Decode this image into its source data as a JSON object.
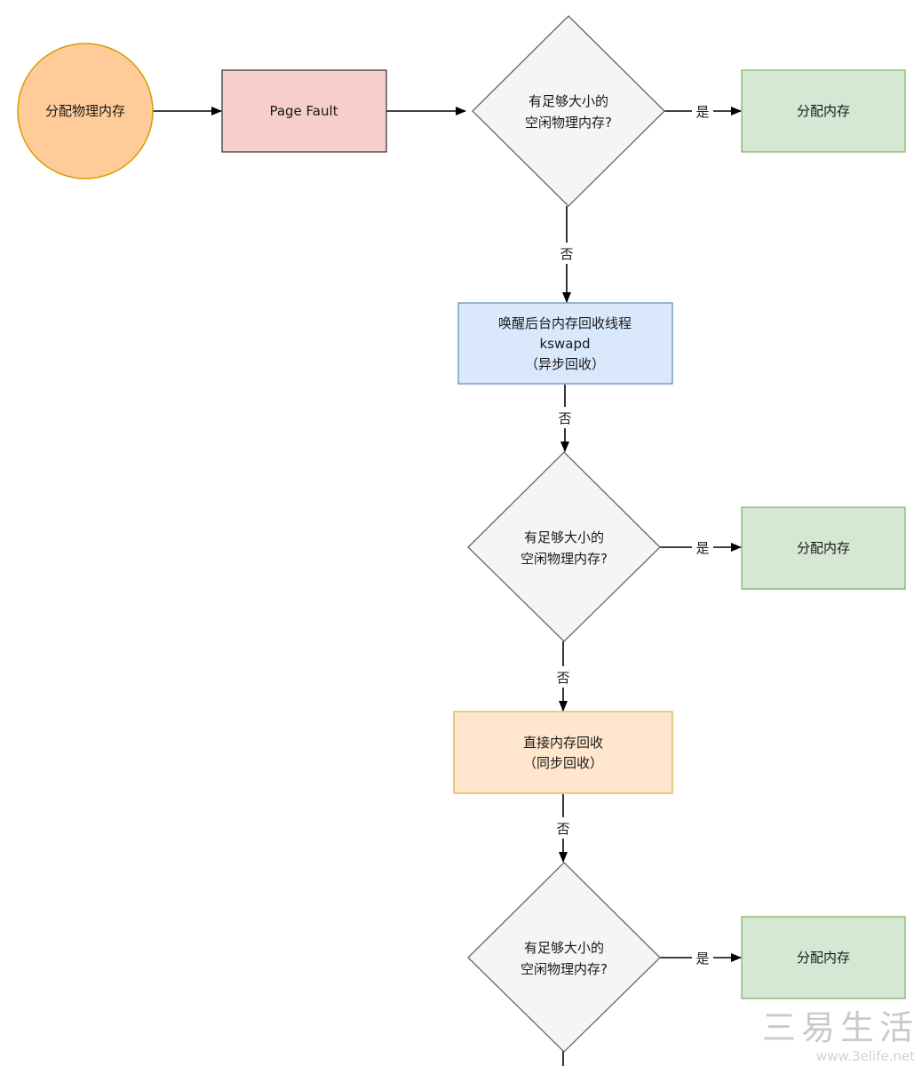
{
  "nodes": {
    "start": {
      "label": "分配物理内存",
      "fill": "#FFCC99",
      "stroke": "#D79B00"
    },
    "page_fault": {
      "label": "Page Fault",
      "fill": "#F8CECC",
      "stroke": "#3D3D3D"
    },
    "check_1": {
      "line1": "有足够大小的",
      "line2": "空闲物理内存?",
      "fill": "#F6F5F3",
      "stroke": "#666666"
    },
    "alloc_1": {
      "label": "分配内存",
      "fill": "#D5E8D4",
      "stroke": "#82B366"
    },
    "kswapd": {
      "line1": "唤醒后台内存回收线程",
      "line2": "kswapd",
      "line3": "（异步回收）",
      "fill": "#DAE8FC",
      "stroke": "#6C8EBF"
    },
    "check_2": {
      "line1": "有足够大小的",
      "line2": "空闲物理内存?",
      "fill": "#F6F5F3",
      "stroke": "#666666"
    },
    "alloc_2": {
      "label": "分配内存",
      "fill": "#D5E8D4",
      "stroke": "#82B366"
    },
    "direct": {
      "line1": "直接内存回收",
      "line2": "（同步回收）",
      "fill": "#FFE6CC",
      "stroke": "#D6B656"
    },
    "check_3": {
      "line1": "有足够大小的",
      "line2": "空闲物理内存?",
      "fill": "#F6F5F3",
      "stroke": "#666666"
    },
    "alloc_3": {
      "label": "分配内存",
      "fill": "#D5E8D4",
      "stroke": "#82B366"
    }
  },
  "edges": {
    "yes_label": "是",
    "no_label": "否"
  },
  "watermark": {
    "main": "三易生活",
    "sub": "www.3elife.net"
  }
}
